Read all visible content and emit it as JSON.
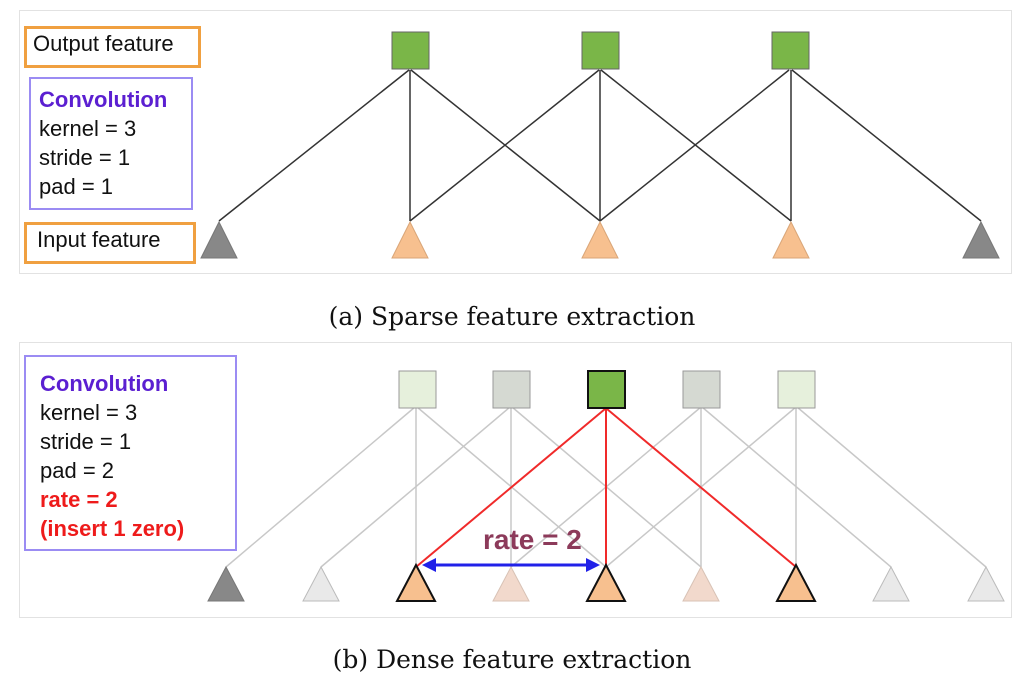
{
  "panel_a": {
    "output_label": "Output feature",
    "input_label": "Input feature",
    "conv_title": "Convolution",
    "params": [
      "kernel = 3",
      "stride = 1",
      "pad = 1"
    ],
    "caption": "(a) Sparse feature extraction"
  },
  "panel_b": {
    "conv_title": "Convolution",
    "params": [
      "kernel = 3",
      "stride = 1",
      "pad = 2"
    ],
    "rate_params": [
      "rate = 2",
      "(insert 1 zero)"
    ],
    "rate_annotation": "rate = 2",
    "caption": "(b) Dense feature extraction"
  },
  "colors": {
    "output_green": "#7ab648",
    "faded_green": "#e6f0dc",
    "faded_gray": "#d5d9d2",
    "input_orange": "#f7c08f",
    "pad_gray": "#888888",
    "faded_triangle": "#e9e9e9",
    "faded_orange": "#f2d9cc",
    "active_edge": "#f02a2a",
    "rate_arrow": "#2121e8",
    "edge_dark": "#333333",
    "edge_light": "#c8c8c8"
  }
}
